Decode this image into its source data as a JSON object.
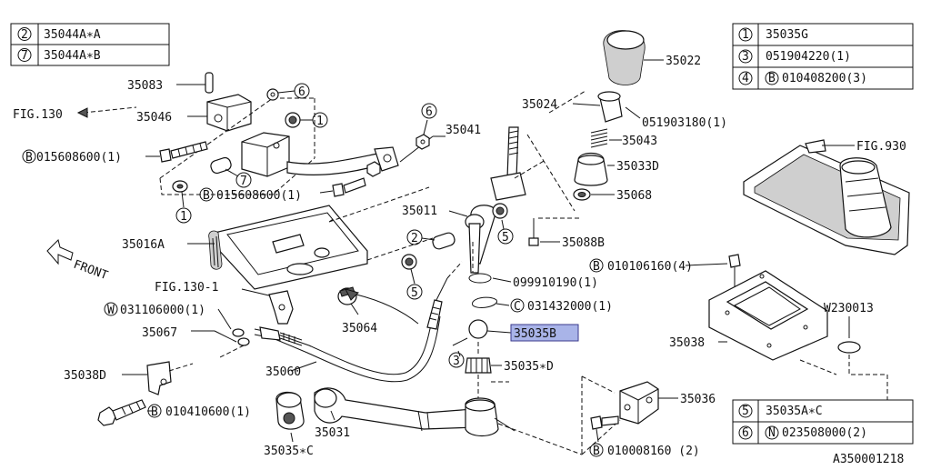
{
  "diagram": {
    "diagram_id": "A350001218",
    "highlight_color": "#a9b4e8",
    "table_left": [
      {
        "num": "2",
        "part": "35044A∗A"
      },
      {
        "num": "7",
        "part": "35044A∗B"
      }
    ],
    "table_right_top": [
      {
        "num": "1",
        "part": "35035G",
        "prefix": ""
      },
      {
        "num": "3",
        "part": "051904220(1)",
        "prefix": ""
      },
      {
        "num": "4",
        "part": "010408200(3)",
        "prefix": "B"
      }
    ],
    "table_right_bottom": [
      {
        "num": "5",
        "part": "35035A∗C",
        "prefix": ""
      },
      {
        "num": "6",
        "part": "023508000(2)",
        "prefix": "N"
      }
    ],
    "labels": {
      "l35083": "35083",
      "l35046": "35046",
      "fig130": "FIG.130",
      "l015608600a": "015608600(1)",
      "l015608600b": "015608600(1)",
      "l35041": "35041",
      "l35022": "35022",
      "l35024": "35024",
      "l051903180": "051903180(1)",
      "l35043": "35043",
      "l35033D": "35033D",
      "l35068": "35068",
      "fig930": "FIG.930",
      "l35011": "35011",
      "l35088B": "35088B",
      "l35016A": "35016A",
      "front": "FRONT",
      "l099910190": "099910190(1)",
      "l010106160": "010106160(4)",
      "fig130_1": "FIG.130-1",
      "l031432000": "031432000(1)",
      "l031106000": "031106000(1)",
      "l35064": "35064",
      "l35035B": "35035B",
      "w230013": "W230013",
      "l35067": "35067",
      "l35038": "35038",
      "l35038D": "35038D",
      "l35060": "35060",
      "l35035D": "35035∗D",
      "l35036": "35036",
      "l010410600": "010410600(1)",
      "l35031": "35031",
      "l35035C": "35035∗C",
      "l010008160": "010008160 (2)"
    },
    "callouts": {
      "c1": "1",
      "c2": "2",
      "c3": "3",
      "c5": "5",
      "c6": "6",
      "c7": "7",
      "prefixB": "B",
      "prefixW": "W",
      "prefixC": "C"
    }
  }
}
